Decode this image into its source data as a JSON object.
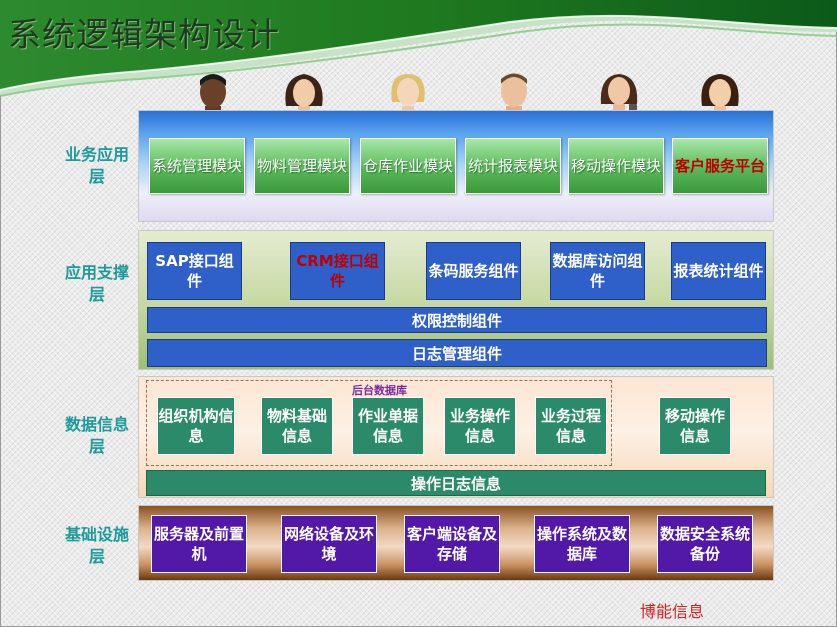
{
  "title": "系统逻辑架构设计",
  "footer": "博能信息",
  "icons": {
    "personas": [
      "person-male-1-icon",
      "person-female-1-icon",
      "person-female-2-icon",
      "person-male-2-icon",
      "person-female-mobile-icon",
      "person-female-3-icon"
    ]
  },
  "colors": {
    "business_module": "#5ab85a",
    "app_component": "#2f5fc8",
    "data_item": "#2a8a6a",
    "infra_item": "#5218a8",
    "layer_label": "#1e9a9a",
    "highlight": "#c00000"
  },
  "layers": {
    "business": {
      "label": "业务应用层",
      "modules": [
        "系统管理模块",
        "物料管理模块",
        "仓库作业模块",
        "统计报表模块",
        "移动操作模块",
        "客户服务平台"
      ]
    },
    "application": {
      "label": "应用支撑层",
      "components": [
        "SAP接口组件",
        "CRM接口组件",
        "条码服务组件",
        "数据库访问组件",
        "报表统计组件"
      ],
      "bars": [
        "权限控制组件",
        "日志管理组件"
      ]
    },
    "data": {
      "label": "数据信息层",
      "group_label": "后台数据库",
      "items": [
        "组织机构信息",
        "物料基础信息",
        "作业单据信息",
        "业务操作信息",
        "业务过程信息",
        "移动操作信息"
      ],
      "bar": "操作日志信息"
    },
    "infrastructure": {
      "label": "基础设施层",
      "items": [
        "服务器及前置机",
        "网络设备及环境",
        "客户端设备及存储",
        "操作系统及数据库",
        "数据安全系统备份"
      ]
    }
  }
}
